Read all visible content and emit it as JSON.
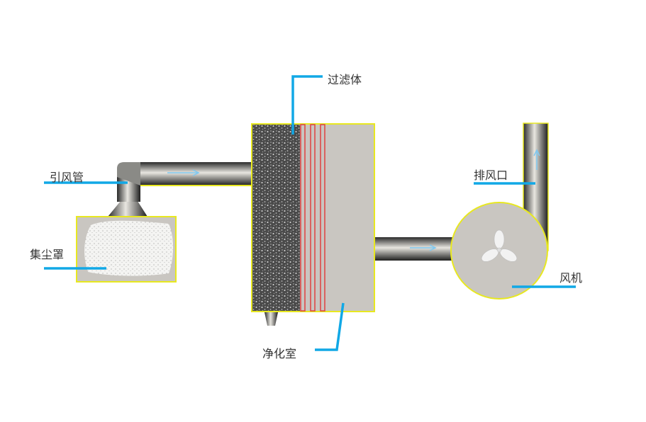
{
  "labels": {
    "filter": "过滤体",
    "induced_duct": "引风管",
    "dust_hood": "集尘罩",
    "exhaust": "排风口",
    "fan": "风机",
    "purification_chamber": "净化室"
  },
  "colors": {
    "leader": "#11a8e6",
    "outline": "#e8e820",
    "body": "#c9c6c1",
    "filter_strip": "#e04040"
  }
}
